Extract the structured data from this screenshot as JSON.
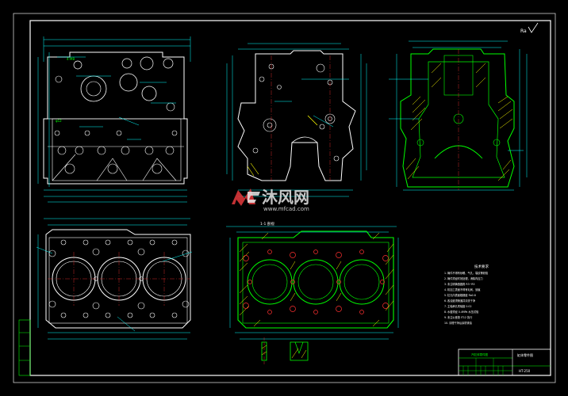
{
  "drawing": {
    "roughness_mark": "Ra",
    "section_label": "1-1 剖视",
    "notes_title": "技术要求",
    "notes_lines": [
      "1. 铸件不得有砂眼、气孔、裂纹等缺陷",
      "2. 铸件须经时效处理，消除内应力",
      "3. 未注明铸造圆角 R3~R5",
      "4. 机加工表面不得有毛刺、划痕",
      "5. 缸孔内表面粗糙度 Ra0.8",
      "6. 各油道须畅通并清洗干净",
      "7. 主轴承孔同轴度 0.02",
      "8. 水套须经 0.4MPa 水压试验",
      "9. 未注公差按 IT12 执行",
      "10. 清理干净后涂防锈油"
    ],
    "title_block_name": "汽缸体零件图",
    "title_block_part": "缸体零件图",
    "title_block_code": "HT-250"
  },
  "watermark": {
    "brand": "沐风网",
    "url": "www.mfcad.com"
  },
  "colors": {
    "background": "#000000",
    "frame": "#ffffff",
    "outline": "#ffffff",
    "dimension": "#00ffff",
    "section": "#00ff00",
    "hatch": "#ffff00",
    "hole": "#ff3030",
    "watermark_red": "#d8363a",
    "watermark_white": "#e8e8e8"
  }
}
